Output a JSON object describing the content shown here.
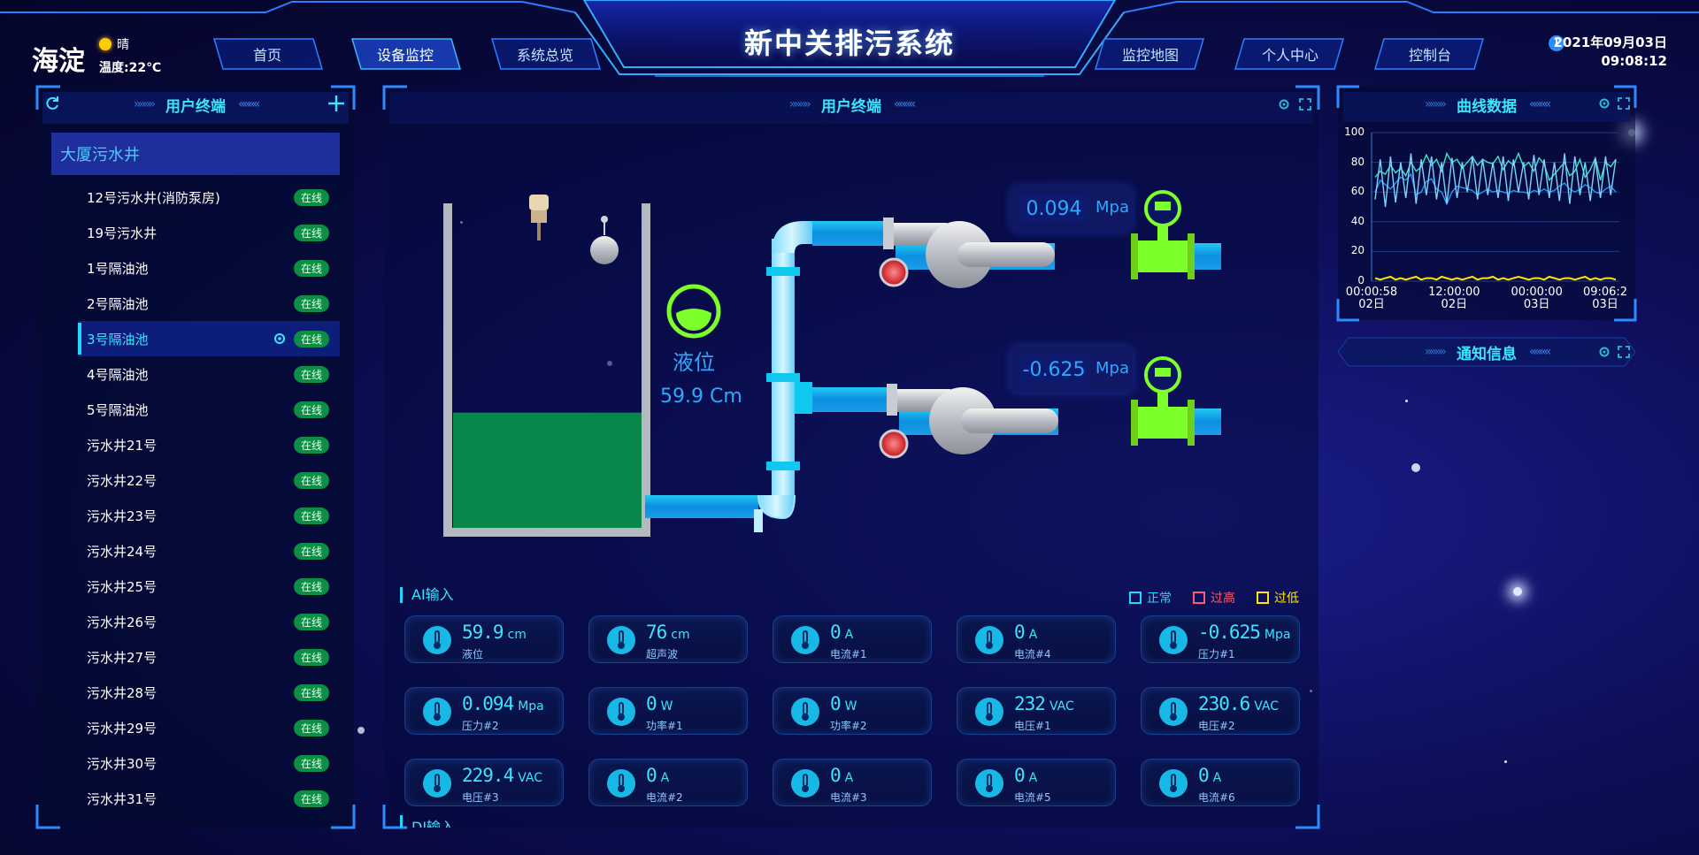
{
  "header": {
    "city": "海淀",
    "weather": "晴",
    "temperature": "温度:22℃",
    "title": "新中关排污系统",
    "date": "2021年09月03日",
    "time": "09:08:12",
    "nav_left": [
      "首页",
      "设备监控",
      "系统总览"
    ],
    "nav_right": [
      "监控地图",
      "个人中心",
      "控制台"
    ],
    "active_tab": "设备监控"
  },
  "left_panel": {
    "title": "用户终端",
    "group": "大厦污水井",
    "items": [
      {
        "name": "12号污水井(消防泵房)",
        "status": "在线"
      },
      {
        "name": "19号污水井",
        "status": "在线"
      },
      {
        "name": "1号隔油池",
        "status": "在线"
      },
      {
        "name": "2号隔油池",
        "status": "在线"
      },
      {
        "name": "3号隔油池",
        "status": "在线"
      },
      {
        "name": "4号隔油池",
        "status": "在线"
      },
      {
        "name": "5号隔油池",
        "status": "在线"
      },
      {
        "name": "污水井21号",
        "status": "在线"
      },
      {
        "name": "污水井22号",
        "status": "在线"
      },
      {
        "name": "污水井23号",
        "status": "在线"
      },
      {
        "name": "污水井24号",
        "status": "在线"
      },
      {
        "name": "污水井25号",
        "status": "在线"
      },
      {
        "name": "污水井26号",
        "status": "在线"
      },
      {
        "name": "污水井27号",
        "status": "在线"
      },
      {
        "name": "污水井28号",
        "status": "在线"
      },
      {
        "name": "污水井29号",
        "status": "在线"
      },
      {
        "name": "污水井30号",
        "status": "在线"
      },
      {
        "name": "污水井31号",
        "status": "在线"
      }
    ],
    "selected_index": 4
  },
  "center_panel": {
    "title": "用户终端",
    "level_label": "液位",
    "level_value": "59.9 Cm",
    "level_fill": 0.36,
    "pressure_top": {
      "value": "0.094",
      "unit": "Mpa"
    },
    "pressure_bottom": {
      "value": "-0.625",
      "unit": "Mpa"
    },
    "ai_title": "AI输入",
    "next_section_title": "DI输入",
    "legend": [
      {
        "label": "正常",
        "color": "#1fd8ff"
      },
      {
        "label": "过高",
        "color": "#ff5a6e"
      },
      {
        "label": "过低",
        "color": "#ffe600"
      }
    ],
    "cards": [
      {
        "value": "59.9",
        "unit": "cm",
        "label": "液位"
      },
      {
        "value": "76",
        "unit": "cm",
        "label": "超声波"
      },
      {
        "value": "0",
        "unit": "A",
        "label": "电流#1"
      },
      {
        "value": "0",
        "unit": "A",
        "label": "电流#4"
      },
      {
        "value": "-0.625",
        "unit": "Mpa",
        "label": "压力#1"
      },
      {
        "value": "0.094",
        "unit": "Mpa",
        "label": "压力#2"
      },
      {
        "value": "0",
        "unit": "W",
        "label": "功率#1"
      },
      {
        "value": "0",
        "unit": "W",
        "label": "功率#2"
      },
      {
        "value": "232",
        "unit": "VAC",
        "label": "电压#1"
      },
      {
        "value": "230.6",
        "unit": "VAC",
        "label": "电压#2"
      },
      {
        "value": "229.4",
        "unit": "VAC",
        "label": "电压#3"
      },
      {
        "value": "0",
        "unit": "A",
        "label": "电流#2"
      },
      {
        "value": "0",
        "unit": "A",
        "label": "电流#3"
      },
      {
        "value": "0",
        "unit": "A",
        "label": "电流#5"
      },
      {
        "value": "0",
        "unit": "A",
        "label": "电流#6"
      }
    ]
  },
  "right_panel": {
    "chart_title": "曲线数据",
    "notice_title": "通知信息"
  },
  "chart_data": {
    "type": "line",
    "title": "曲线数据",
    "ylim": [
      0,
      100
    ],
    "yticks": [
      "100",
      "80",
      "60",
      "40",
      "20",
      "0"
    ],
    "xticks": [
      {
        "time": "00:00:58",
        "date": "02日"
      },
      {
        "time": "12:00:00",
        "date": "02日"
      },
      {
        "time": "00:00:00",
        "date": "03日"
      },
      {
        "time": "09:06:2",
        "date": "03日"
      }
    ],
    "series": [
      {
        "color": "#1e9bff",
        "values": [
          60,
          68,
          65,
          62,
          66,
          70,
          68,
          72,
          58,
          60,
          67,
          69,
          62,
          60,
          52,
          60,
          64,
          63,
          62,
          61,
          58,
          60,
          62,
          60,
          61,
          60,
          59,
          61,
          60,
          60,
          59,
          61,
          60,
          62,
          60,
          61,
          64,
          66,
          62,
          60,
          62,
          65,
          63,
          60,
          59,
          62,
          64,
          60
        ]
      },
      {
        "color": "#3ce4c8",
        "values": [
          70,
          74,
          72,
          78,
          73,
          76,
          71,
          80,
          74,
          77,
          85,
          78,
          82,
          74,
          86,
          80,
          82,
          76,
          80,
          84,
          78,
          82,
          80,
          79,
          84,
          75,
          81,
          78,
          86,
          77,
          80,
          74,
          83,
          79,
          68,
          72,
          76,
          80,
          71,
          74,
          82,
          70,
          75,
          83,
          68,
          80,
          77,
          82
        ]
      },
      {
        "color": "#7fd0ff",
        "values": [
          55,
          82,
          50,
          84,
          53,
          80,
          56,
          86,
          52,
          82,
          58,
          84,
          55,
          80,
          52,
          83,
          56,
          80,
          60,
          84,
          55,
          82,
          58,
          80,
          56,
          84,
          54,
          82,
          60,
          80,
          55,
          85,
          58,
          82,
          56,
          80,
          54,
          86,
          52,
          84,
          58,
          80,
          54,
          82,
          56,
          84,
          58,
          82
        ]
      },
      {
        "color": "#ffe600",
        "values": [
          2,
          1,
          2,
          3,
          1,
          2,
          1,
          2,
          3,
          1,
          2,
          2,
          1,
          3,
          2,
          1,
          2,
          1,
          2,
          3,
          1,
          2,
          2,
          3,
          1,
          2,
          1,
          2,
          3,
          2,
          1,
          2,
          2,
          1,
          3,
          2,
          1,
          2,
          2,
          1,
          2,
          3,
          1,
          2,
          1,
          2,
          2,
          1
        ]
      }
    ]
  }
}
